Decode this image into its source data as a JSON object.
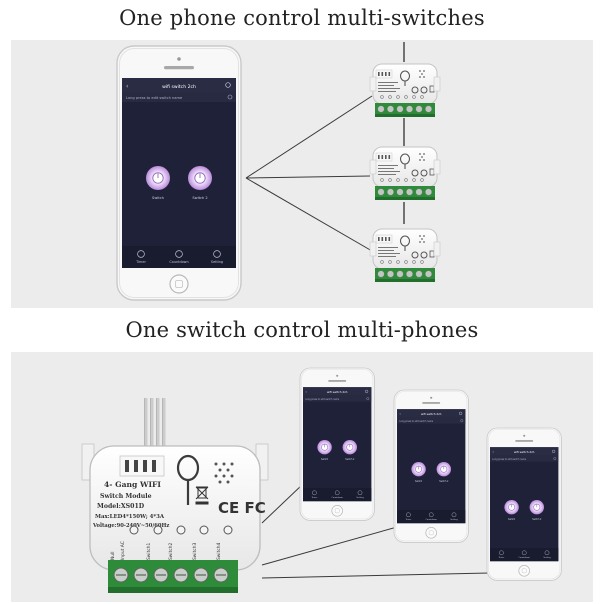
{
  "sections": [
    {
      "title": "One phone control multi-switches"
    },
    {
      "title": "One switch control multi-phones"
    }
  ],
  "app": {
    "title": "wifi switch 2ch",
    "hint": "Long press to edit switch name",
    "switches": [
      "Switch",
      "Switch 2"
    ],
    "tabs": [
      "Timer",
      "Countdown",
      "Setting"
    ]
  },
  "module": {
    "model_line1": "4- Gang WIFI",
    "model_line2": "Switch Module",
    "model_line3": "Model:XS01D",
    "model_line4": "Max:LED4*150W; 4*3A",
    "model_line5": "Voltage:90-240V~50/60Hz",
    "cert": "CE FC",
    "terminals": [
      "Input AC",
      "Null",
      "Switch1",
      "Switch2",
      "Switch3",
      "Switch4"
    ]
  },
  "colors": {
    "panel": "#ececec",
    "screen_bg": "#1f2138",
    "terminal_green": "#2e8b3a",
    "button_glow": "#d6a7ef"
  }
}
